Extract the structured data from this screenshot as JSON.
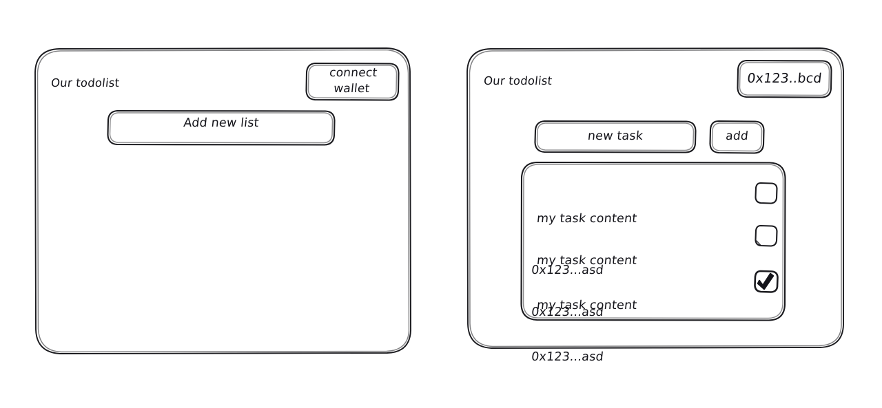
{
  "meta": {
    "style": "hand-drawn wireframe",
    "background_color": "#ffffff",
    "ink_color": "#1b1b1f"
  },
  "panels": [
    {
      "id": "disconnected",
      "title": "Our todolist",
      "wallet_button": {
        "label": "connect wallet",
        "line1": "connect",
        "line2": "wallet"
      },
      "add_list_button": {
        "label": "Add new list"
      }
    },
    {
      "id": "connected",
      "title": "Our todolist",
      "wallet_badge": {
        "label": "0x123..bcd"
      },
      "new_task_input": {
        "value": "new task",
        "placeholder": "new task"
      },
      "add_button": {
        "label": "add"
      },
      "tasks": [
        {
          "content": "my task content",
          "address": "0x123...asd",
          "checked": false,
          "checkmark": ""
        },
        {
          "content": "my task content",
          "address": "0x123...asd",
          "checked": false,
          "checkmark": ""
        },
        {
          "content": "my task content",
          "address": "0x123...asd",
          "checked": true,
          "checkmark": "✔"
        }
      ]
    }
  ]
}
